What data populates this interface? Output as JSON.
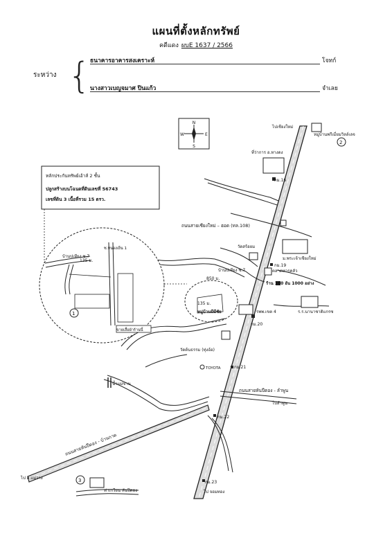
{
  "header": {
    "title": "แผนที่ตั้งหลักทรัพย์",
    "case_label": "คดีแดง",
    "case_number": "ผบE 1637 / 2566"
  },
  "parties": {
    "between_label": "ระหว่าง",
    "plaintiff_name": "ธนาคารอาคารสงเคราะห์",
    "plaintiff_role": "โจทก์",
    "defendant_name": "นางสาวเบญจมาศ ปินแก้ว",
    "defendant_role": "จำเลย"
  },
  "compass": {
    "n": "N",
    "s": "S",
    "e": "E",
    "w": "W"
  },
  "property_box": {
    "line1": "หลักประกันทรัพย์เอ้าส์ 2 ชั้น",
    "line2": "ปลูกสร้างบนโฉนดที่ดินเลขที่ 56743",
    "line3": "เลขที่ดิน 3 เนื้อที่รวม 15 ตรว."
  },
  "inset": {
    "village": "บ้านปเทียง ซ.7",
    "distance": "135 ม.",
    "road_label": "ซ.หนองเย็น 1",
    "shop_label": "ขายเสื้อผ้าร้านนี้",
    "marker": "1"
  },
  "map_labels": {
    "to_chiangmai": "ไปเชียงใหม่",
    "village_top": "หมู่บ้านพรีเมี่ยมวิลล์เลจ",
    "marker2": "2",
    "district_office": "ที่ว่าการ อ.หางดง",
    "km16": "กม.16",
    "road108": "ถนนสายเชียงใหม่ – ฮอด (ทล.108)",
    "temp_yom": "วัดสร้อยม",
    "school": "ม.พระเจ้าเชียงใหม่",
    "km19": "กม.19",
    "market": "ตลาดหารคลัว",
    "ban_pratu": "บ้านปเทียง ซ.7",
    "dist850": "850 ม.",
    "dist135": "135 ม.",
    "shop_1000": "ร้าน 100 อัน 1000 อย่าง",
    "village_main": "หมู่บ้านมีมีชัย",
    "hospital": "รพพ.เขต 4",
    "km20": "กม.20",
    "school2": "ร.ร.นานาชาติแกรซ",
    "temple2": "วัดต้นธรรม (ทุ่งอ้อ)",
    "toyota": "TOYOTA",
    "km21": "กม.21",
    "bridge": "น้ำแม่ขาน",
    "road_hangdong": "ถนนสายหันปีดอง - ลำพูน",
    "to_lamphun": "ไปลำพูน",
    "km22": "กม.22",
    "road_sanpatong": "ถนนสายหันปีดอง - บ้านกาด",
    "to_maewang": "ไป อ.แม่วาง",
    "marker3": "3",
    "village_bottom": "ท่าเกวียน หันปีดอง",
    "km23": "กม.23",
    "to_jomthong": "ไป จอมทอง"
  }
}
